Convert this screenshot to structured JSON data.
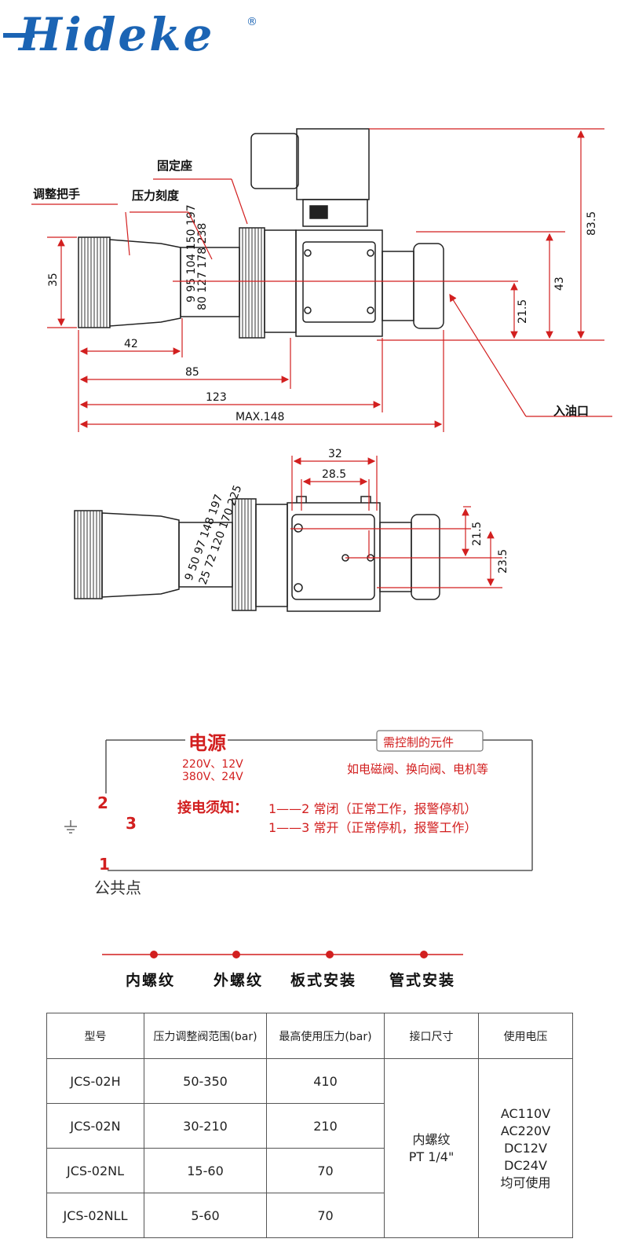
{
  "brand": {
    "logo_text": "Hideke",
    "trademark": "®",
    "color": "#1b64b4"
  },
  "drawing": {
    "labels": {
      "fixed_seat": "固定座",
      "adjust_handle": "调整把手",
      "pressure_scale": "压力刻度",
      "oil_inlet": "入油口"
    },
    "dims_top": {
      "d35": "35",
      "d42": "42",
      "d85": "85",
      "d123": "123",
      "dmax": "MAX.148",
      "d83_5": "83.5",
      "d43": "43",
      "d21_5": "21.5"
    },
    "scale_top": [
      "9 95 104 150 197",
      "80 127 178 238"
    ],
    "dims_bottom": {
      "d32": "32",
      "d28_5": "28.5",
      "d21_5": "21.5",
      "d23_5": "23.5"
    },
    "scale_bottom": [
      "9 50 97 148 197",
      "25 72 120 170 225"
    ],
    "accent": "#d21f1f"
  },
  "wiring": {
    "power_title": "电源",
    "power_line1": "220V、12V",
    "power_line2": "380V、24V",
    "control_box": "需控制的元件",
    "control_desc": "如电磁阀、换向阀、电机等",
    "notice_title": "接电须知：",
    "notice_1": "1——2 常闭（正常工作，报警停机）",
    "notice_2": "1——3 常开（正常停机，报警工作）",
    "terminal_1": "1",
    "terminal_2": "2",
    "terminal_3": "3",
    "common_point": "公共点",
    "ground_icon": "ground-icon"
  },
  "install_methods": [
    "内螺纹",
    "外螺纹",
    "板式安装",
    "管式安装"
  ],
  "table": {
    "headers": [
      "型号",
      "压力调整阀范围(bar)",
      "最高使用压力(bar)",
      "接口尺寸",
      "使用电压"
    ],
    "rows": [
      {
        "model": "JCS-02H",
        "range": "50-350",
        "max": "410"
      },
      {
        "model": "JCS-02N",
        "range": "30-210",
        "max": "210"
      },
      {
        "model": "JCS-02NL",
        "range": "15-60",
        "max": "70"
      },
      {
        "model": "JCS-02NLL",
        "range": "5-60",
        "max": "70"
      }
    ],
    "port_line1": "内螺纹",
    "port_line2": "PT 1/4\"",
    "voltage_lines": [
      "AC110V",
      "AC220V",
      "DC12V",
      "DC24V",
      "均可使用"
    ]
  }
}
